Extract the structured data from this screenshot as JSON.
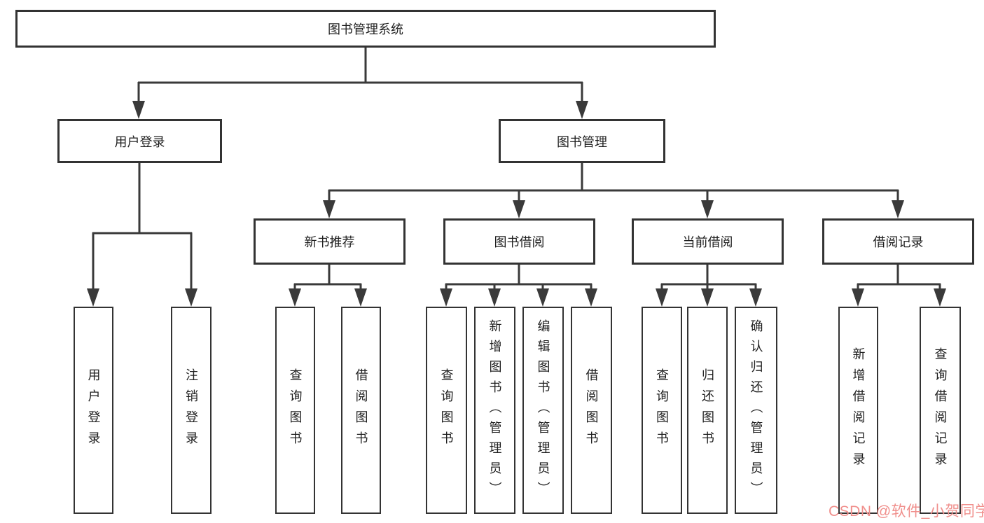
{
  "diagram": {
    "root": {
      "label": "图书管理系统"
    },
    "level2": {
      "user_login": {
        "label": "用户登录"
      },
      "book_management": {
        "label": "图书管理"
      }
    },
    "level3": {
      "new_book_recommend": {
        "label": "新书推荐"
      },
      "book_borrow": {
        "label": "图书借阅"
      },
      "current_borrow": {
        "label": "当前借阅"
      },
      "borrow_records": {
        "label": "借阅记录"
      }
    },
    "leaves": {
      "user_login_login": {
        "label": "用户登录"
      },
      "user_login_logout": {
        "label": "注销登录"
      },
      "nbr_query_books": {
        "label": "查询图书"
      },
      "nbr_borrow_books": {
        "label": "借阅图书"
      },
      "bb_query_books": {
        "label": "查询图书"
      },
      "bb_add_books": {
        "label": "新增图书（管理员）"
      },
      "bb_edit_books": {
        "label": "编辑图书（管理员）"
      },
      "bb_borrow_books": {
        "label": "借阅图书"
      },
      "cb_query_books": {
        "label": "查询图书"
      },
      "cb_return_books": {
        "label": "归还图书"
      },
      "cb_confirm_return": {
        "label": "确认归还（管理员）"
      },
      "br_add_record": {
        "label": "新增借阅记录"
      },
      "br_query_record": {
        "label": "查询借阅记录"
      }
    }
  },
  "watermark": {
    "text": "CSDN @软件_小贺同学",
    "color": "#f08f8c"
  },
  "colors": {
    "line": "#3a3a3a",
    "border": "#333333",
    "text": "#1f1f1f",
    "background": "#ffffff"
  }
}
